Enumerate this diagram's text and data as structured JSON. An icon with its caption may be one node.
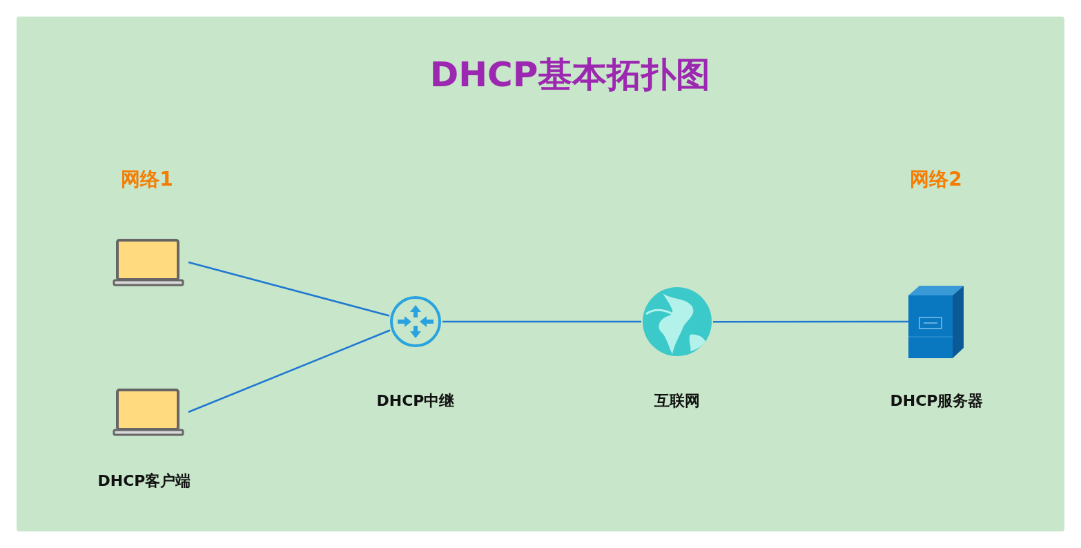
{
  "diagram": {
    "title": "DHCP基本拓扑图",
    "nodes": [
      {
        "text": [],
        "shape": "laptop"
      },
      {
        "text": [],
        "shape": "laptop",
        "beside": [
          "DHCP客户端"
        ]
      },
      {
        "text": [],
        "shape": "router",
        "beside": [
          "DHCP中继"
        ]
      },
      {
        "text": [],
        "shape": "globe",
        "beside": [
          "互联网"
        ]
      },
      {
        "text": [],
        "shape": "server",
        "beside": [
          "DHCP服务器"
        ]
      }
    ],
    "edges": [
      {
        "from": 0,
        "to": 2,
        "arrow": "none"
      },
      {
        "from": 1,
        "to": 2,
        "arrow": "none"
      },
      {
        "from": 2,
        "to": 3,
        "arrow": "none"
      },
      {
        "from": 3,
        "to": 4,
        "arrow": "none"
      }
    ],
    "labels": [
      "网络1",
      "网络2"
    ]
  }
}
